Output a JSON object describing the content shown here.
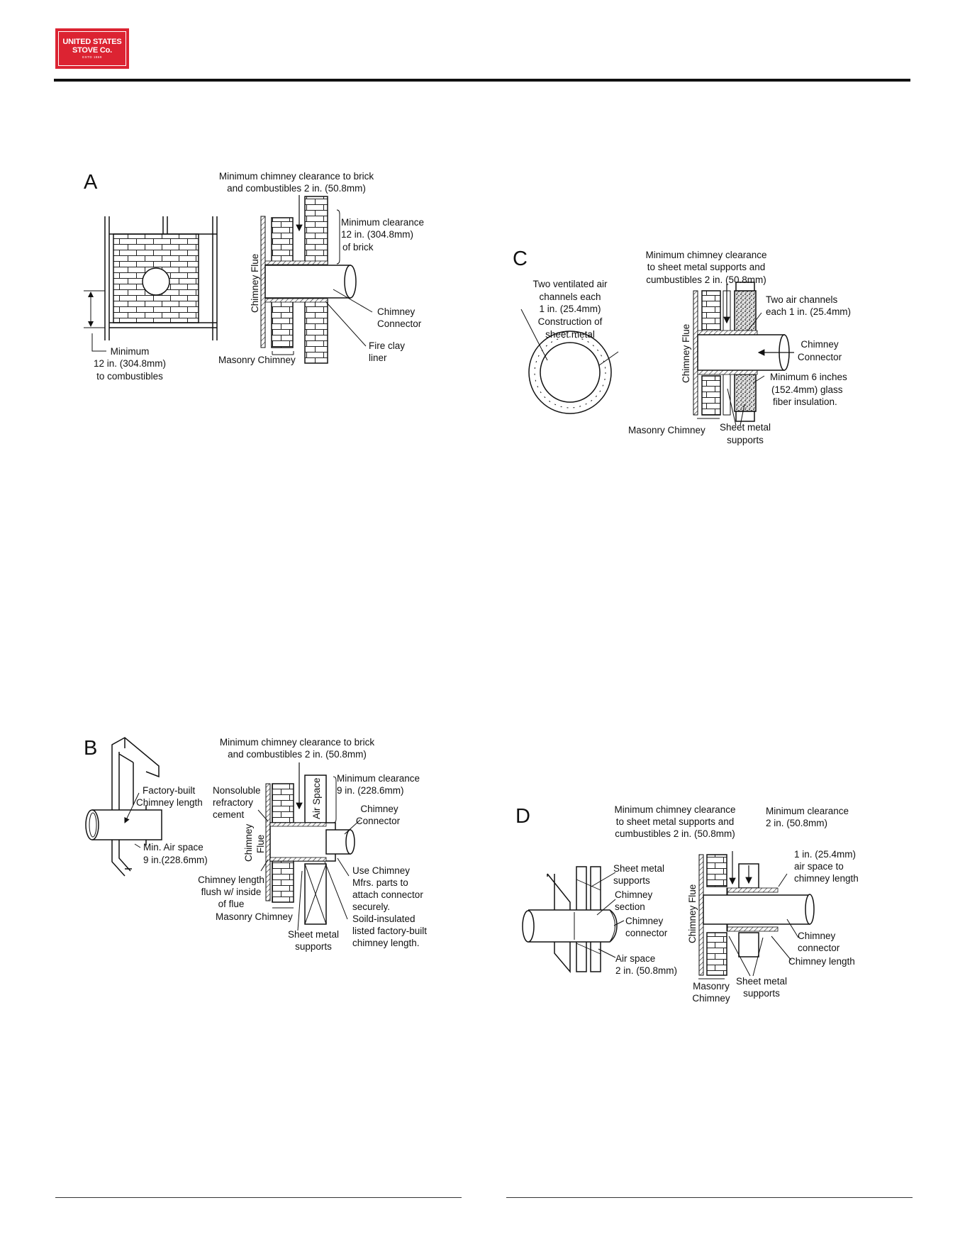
{
  "brand": {
    "line1": "UNITED STATES",
    "line2": "STOVE Co.",
    "line3": "ESTD 1869",
    "color": "#dc2332"
  },
  "figures": {
    "A": {
      "letter": "A",
      "top_clearance": [
        "Minimum chimney clearance to brick",
        "and combustibles 2 in. (50.8mm)"
      ],
      "brick_clearance": [
        "Minimum clearance",
        "12 in. (304.8mm)",
        "of brick"
      ],
      "chimney_flue": "Chimney Flue",
      "chimney_connector": [
        "Chimney",
        "Connector"
      ],
      "fire_clay": [
        "Fire clay",
        "liner"
      ],
      "masonry": "Masonry Chimney",
      "combustibles": [
        "Minimum",
        "12 in. (304.8mm)",
        "to combustibles"
      ]
    },
    "B": {
      "letter": "B",
      "top_clearance": [
        "Minimum chimney clearance to brick",
        "and combustibles 2 in. (50.8mm)"
      ],
      "brick_clearance": [
        "Minimum clearance",
        "9 in. (228.6mm)"
      ],
      "air_space": "Air Space",
      "factory_built": [
        "Factory-built",
        "Chimney length"
      ],
      "min_air": [
        "Min. Air space",
        "9 in.(228.6mm)"
      ],
      "nonsoluble": [
        "Nonsoluble",
        "refractory",
        "cement"
      ],
      "chimney_connector": [
        "Chimney",
        "Connector"
      ],
      "chimney_flue": [
        "Chimney",
        "Flue"
      ],
      "flush": [
        "Chimney length",
        "flush w/ inside",
        "of flue"
      ],
      "use_parts": [
        "Use Chimney",
        "Mfrs. parts to",
        "attach connector",
        "securely."
      ],
      "masonry": "Masonry Chimney",
      "solid": [
        "Soild-insulated",
        "listed factory-built",
        "chimney length."
      ],
      "sheet_metal": [
        "Sheet metal",
        "supports"
      ]
    },
    "C": {
      "letter": "C",
      "top_clearance": [
        "Minimum chimney clearance",
        "to sheet metal supports and",
        "cumbustibles 2 in. (50.8mm)"
      ],
      "ventilated": [
        "Two ventilated air",
        "channels each",
        "1 in. (25.4mm)",
        "Construction of",
        "sheet metal"
      ],
      "two_channels": [
        "Two air channels",
        "each 1 in. (25.4mm)"
      ],
      "chimney_flue": "Chimney Flue",
      "chimney_connector": [
        "Chimney",
        "Connector"
      ],
      "insulation": [
        "Minimum 6 inches",
        "(152.4mm) glass",
        "fiber insulation."
      ],
      "masonry": "Masonry Chimney",
      "sheet_metal": [
        "Sheet metal",
        "supports"
      ]
    },
    "D": {
      "letter": "D",
      "top_clearance": [
        "Minimum chimney clearance",
        "to sheet metal supports and",
        "cumbustibles 2 in. (50.8mm)"
      ],
      "min_clearance": [
        "Minimum clearance",
        "2 in. (50.8mm)"
      ],
      "air_space_length": [
        "1 in. (25.4mm)",
        "air space to",
        "chimney length"
      ],
      "sheet_metal_left": [
        "Sheet metal",
        "supports"
      ],
      "chimney_section": [
        "Chimney",
        "section"
      ],
      "chimney_connector_left": [
        "Chimney",
        "connector"
      ],
      "air_space": [
        "Air space",
        "2 in. (50.8mm)"
      ],
      "chimney_flue": "Chimney Flue",
      "chimney_connector": [
        "Chimney",
        "connector"
      ],
      "chimney_length": "Chimney length",
      "masonry": [
        "Masonry",
        "Chimney"
      ],
      "sheet_metal": [
        "Sheet metal",
        "supports"
      ]
    }
  }
}
